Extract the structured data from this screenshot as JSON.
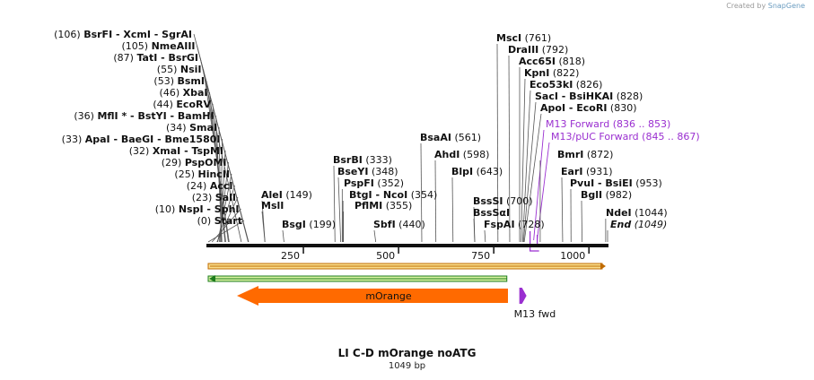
{
  "brand": {
    "prefix": "Created by",
    "name": "SnapGene"
  },
  "sequence": {
    "name": "LI C-D mOrange noATG",
    "length_label": "1049 bp",
    "length": 1049
  },
  "ruler": {
    "ticks": [
      "250",
      "500",
      "750",
      "1000"
    ]
  },
  "left_sites": [
    {
      "pos": "(106)",
      "text": "BsrFI  - XcmI  - SgrAI",
      "bp": 106
    },
    {
      "pos": "(105)",
      "text": "NmeAIII",
      "bp": 105
    },
    {
      "pos": "(87)",
      "text": "TatI  - BsrGI",
      "bp": 87
    },
    {
      "pos": "(55)",
      "text": "NsiI",
      "bp": 55
    },
    {
      "pos": "(53)",
      "text": "BsmI",
      "bp": 53
    },
    {
      "pos": "(46)",
      "text": "XbaI",
      "bp": 46
    },
    {
      "pos": "(44)",
      "text": "EcoRV",
      "bp": 44
    },
    {
      "pos": "(36)",
      "text": "MflI *  - BstYI  - BamHI",
      "bp": 36
    },
    {
      "pos": "(34)",
      "text": "SmaI",
      "bp": 34
    },
    {
      "pos": "(33)",
      "text": "ApaI  - BaeGI  - Bme1580I",
      "bp": 33
    },
    {
      "pos": "(32)",
      "text": "XmaI  - TspMI",
      "bp": 32
    },
    {
      "pos": "(29)",
      "text": "PspOMI",
      "bp": 29
    },
    {
      "pos": "(25)",
      "text": "HincII",
      "bp": 25
    },
    {
      "pos": "(24)",
      "text": "AccI",
      "bp": 24
    },
    {
      "pos": "(23)",
      "text": "SalI",
      "bp": 23
    },
    {
      "pos": "(10)",
      "text": "NspI  - SphI",
      "bp": 10
    },
    {
      "pos": "(0)",
      "text": "Start",
      "bp": 0
    }
  ],
  "right_sites": [
    {
      "text": "MscI",
      "pos": "(761)",
      "bp": 761
    },
    {
      "text": "DraIII",
      "pos": "(792)",
      "bp": 792
    },
    {
      "text": "Acc65I",
      "pos": "(818)",
      "bp": 818
    },
    {
      "text": "KpnI",
      "pos": "(822)",
      "bp": 822
    },
    {
      "text": "Eco53kI",
      "pos": "(826)",
      "bp": 826
    },
    {
      "text": "SacI  - BsiHKAI",
      "pos": "(828)",
      "bp": 828
    },
    {
      "text": "ApoI  - EcoRI",
      "pos": "(830)",
      "bp": 830
    }
  ],
  "primers": [
    {
      "text": "M13 Forward",
      "pos": "(836 .. 853)",
      "start": 836,
      "end": 853
    },
    {
      "text": "M13/pUC Forward",
      "pos": "(845 .. 867)",
      "start": 845,
      "end": 867
    }
  ],
  "mid_sites": [
    {
      "text": "BmrI",
      "pos": "(872)",
      "bp": 872
    },
    {
      "text": "EarI",
      "pos": "(931)",
      "bp": 931
    },
    {
      "text": "PvuI  - BsiEI",
      "pos": "(953)",
      "bp": 953
    },
    {
      "text": "BglI",
      "pos": "(982)",
      "bp": 982
    },
    {
      "text": "NdeI",
      "pos": "(1044)",
      "bp": 1044
    },
    {
      "text": "End",
      "pos": "(1049)",
      "bp": 1049
    },
    {
      "text": "BsaAI",
      "pos": "(561)",
      "bp": 561
    },
    {
      "text": "AhdI",
      "pos": "(598)",
      "bp": 598
    },
    {
      "text": "BlpI",
      "pos": "(643)",
      "bp": 643
    },
    {
      "text": "BssSI",
      "pos": "(700)",
      "bp": 700
    },
    {
      "text": "BssSαI",
      "pos": "",
      "bp": 700
    },
    {
      "text": "FspAI",
      "pos": "(728)",
      "bp": 728
    },
    {
      "text": "BsrBI",
      "pos": "(333)",
      "bp": 333
    },
    {
      "text": "BseYI",
      "pos": "(348)",
      "bp": 348
    },
    {
      "text": "PspFI",
      "pos": "(352)",
      "bp": 352
    },
    {
      "text": "BtgI  - NcoI",
      "pos": "(354)",
      "bp": 354
    },
    {
      "text": "PflMI",
      "pos": "(355)",
      "bp": 355
    },
    {
      "text": "SbfI",
      "pos": "(440)",
      "bp": 440
    },
    {
      "text": "AleI",
      "pos": "(149)",
      "bp": 149
    },
    {
      "text": "MslI",
      "pos": "",
      "bp": 149
    },
    {
      "text": "BsgI",
      "pos": "(199)",
      "bp": 199
    }
  ],
  "features": {
    "morange_label": "mOrange",
    "morange_start": 108,
    "morange_end": 815,
    "m13_label": "M13 fwd",
    "m13_start": 836,
    "m13_end": 853
  },
  "colors": {
    "morange": "#ff6a00",
    "green_track": "#1d7c1d",
    "green_fill": "#d8f2a0",
    "orange_track": "#c06b00",
    "orange_fill": "#f8dc8c",
    "purple": "#9a2fd0",
    "lines": "#555555"
  }
}
